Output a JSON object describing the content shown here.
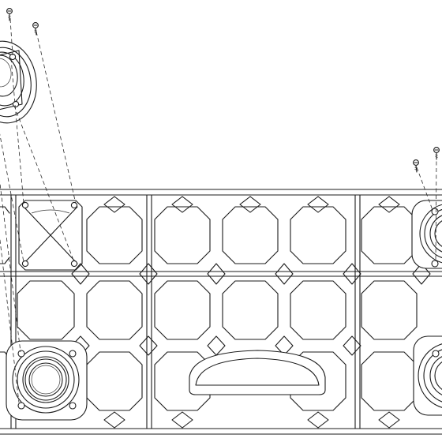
{
  "diagram": {
    "brand_text": "",
    "parts": [
      "grille-frame",
      "speaker-top-left",
      "speaker-bottom-left",
      "speaker-top-right",
      "speaker-bottom-right",
      "handle-cutout",
      "mounting-screws"
    ],
    "colors": {
      "line": "#1b1b1b",
      "background": "#ffffff"
    }
  }
}
